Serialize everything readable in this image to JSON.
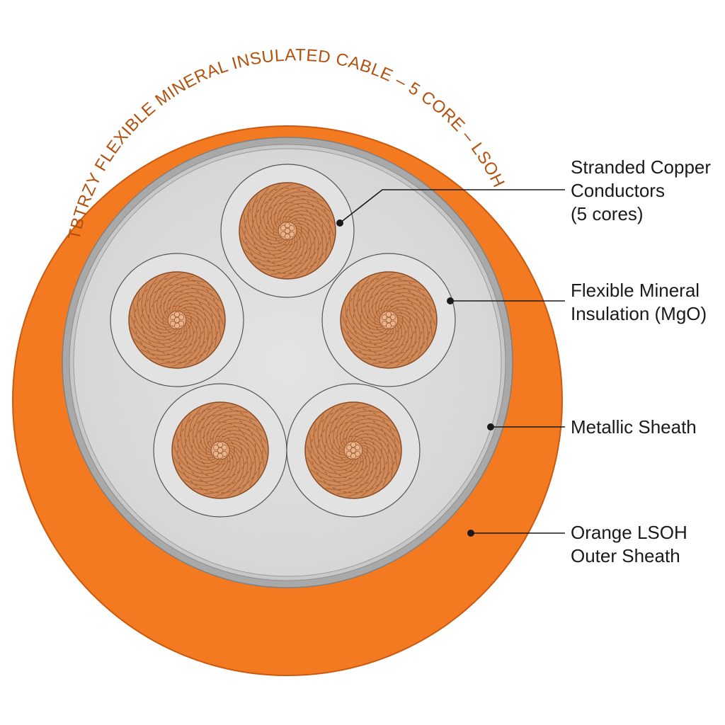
{
  "sheath_print": "TBTRZY  FLEXIBLE MINERAL INSULATED CABLE – 5 CORE – LSOH",
  "colors": {
    "outer_sheath": "#f47a22",
    "outer_sheath_edge": "#c95a10",
    "metallic_sheath": "#a9a9a9",
    "insulation": "#dedede",
    "copper": "#d08a5a",
    "copper_dark": "#8a4a22",
    "print": "#b4500e"
  },
  "cores": [
    {
      "id": "core-1"
    },
    {
      "id": "core-2"
    },
    {
      "id": "core-3"
    },
    {
      "id": "core-4"
    },
    {
      "id": "core-5"
    }
  ],
  "callouts": {
    "conductors": {
      "lines": [
        "Stranded Copper",
        "Conductors",
        "(5 cores)"
      ]
    },
    "insulation": {
      "lines": [
        "Flexible Mineral",
        "Insulation (MgO)"
      ]
    },
    "metallic_sheath": {
      "lines": [
        "Metallic Sheath"
      ]
    },
    "outer_sheath": {
      "lines": [
        "Orange LSOH",
        "Outer Sheath"
      ]
    }
  }
}
